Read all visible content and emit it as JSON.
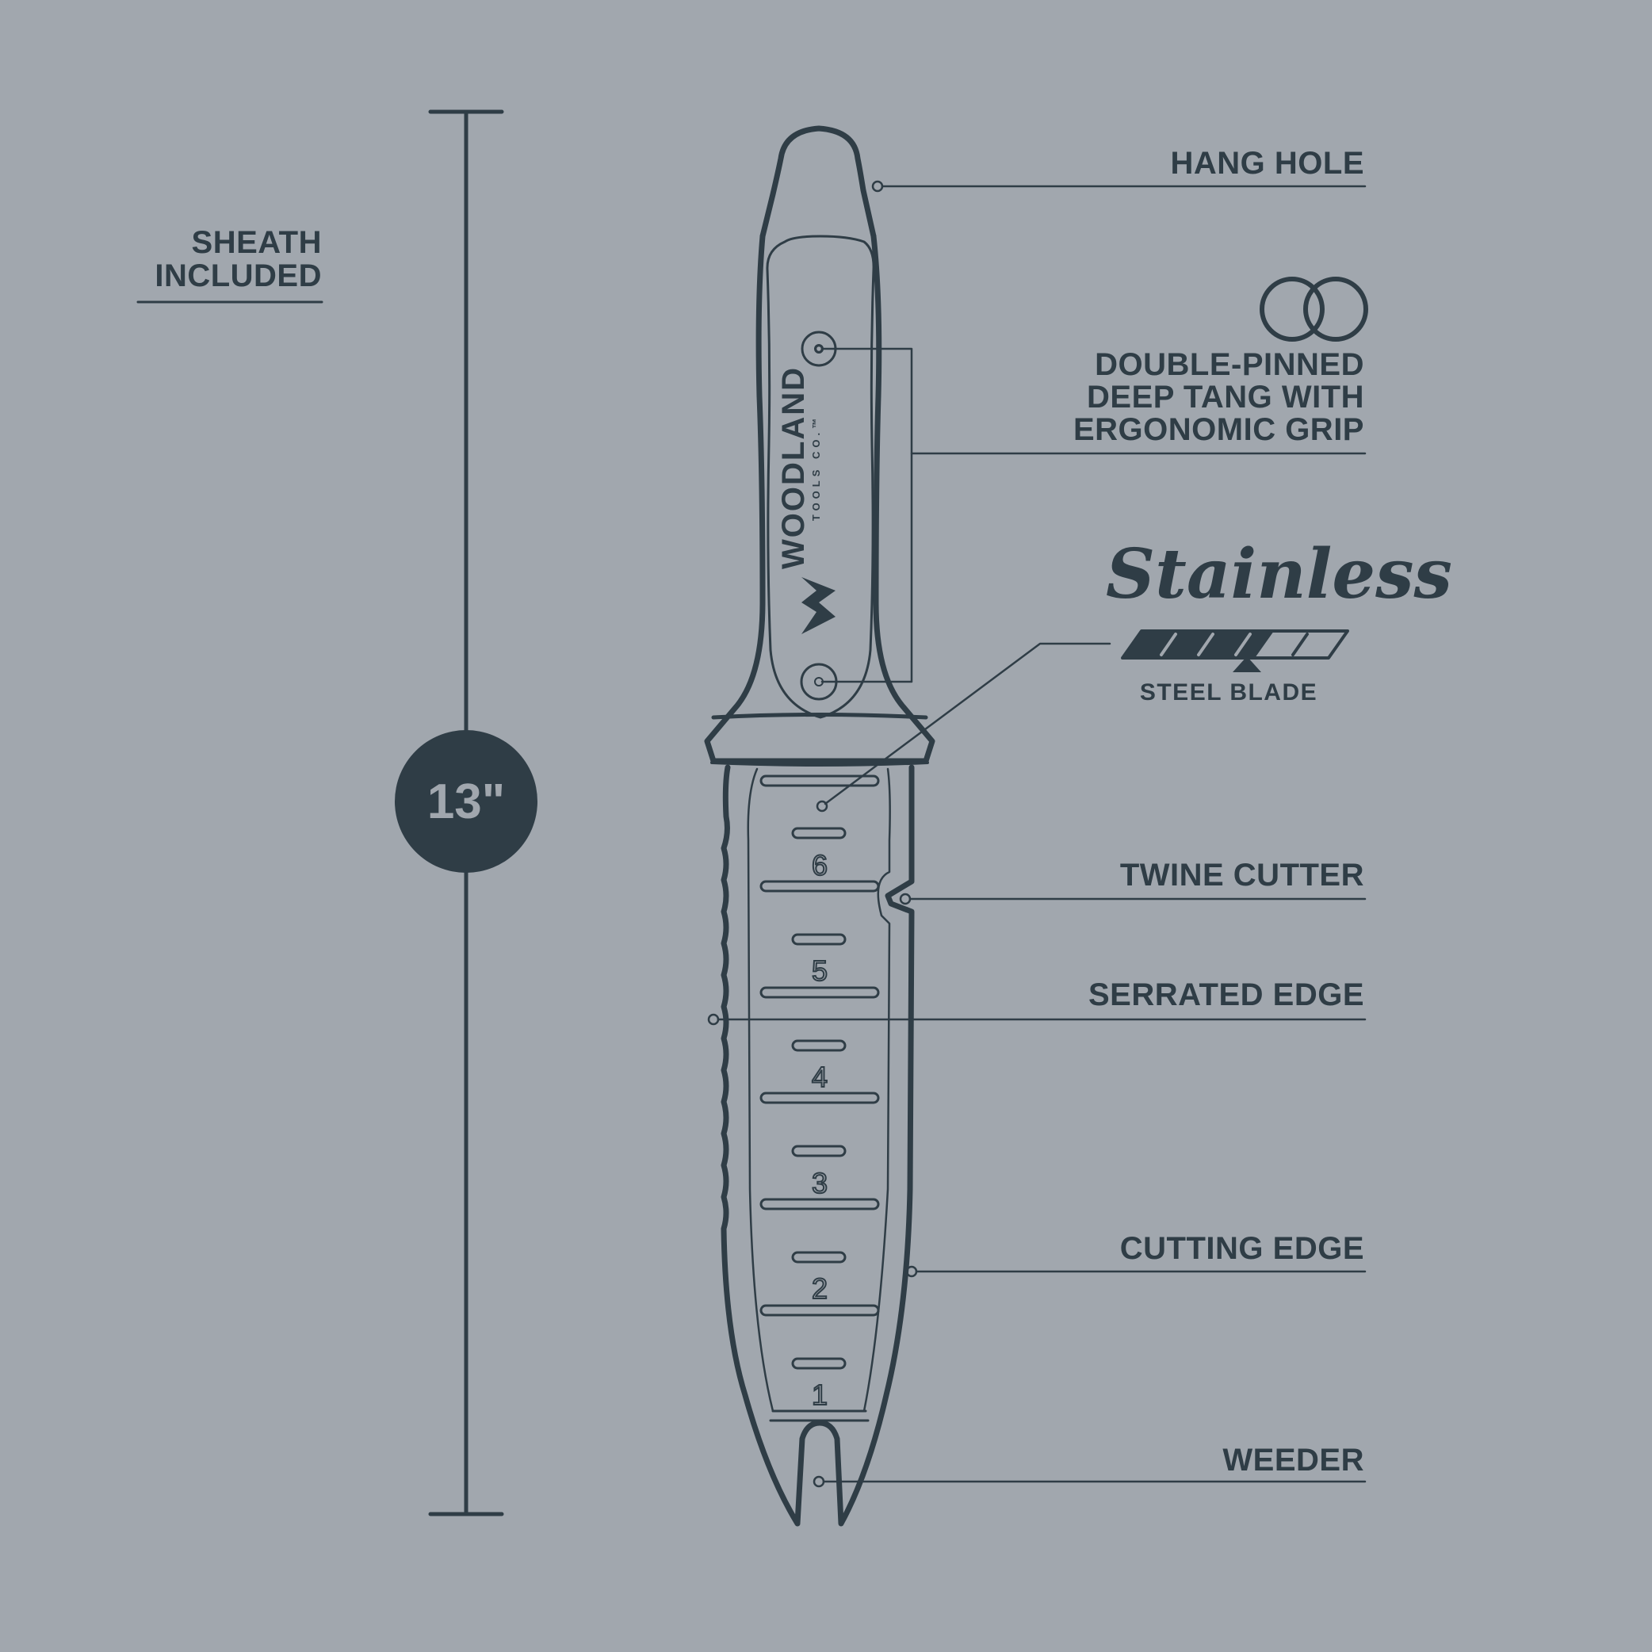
{
  "diagram": {
    "length_badge": "13\"",
    "sheath_label": [
      "SHEATH",
      "INCLUDED"
    ],
    "stainless": {
      "script": "Stainless",
      "sub": "STEEL BLADE"
    },
    "brand": {
      "name": "WOODLAND",
      "sub": "TOOLS CO.™"
    },
    "callouts": {
      "hang_hole": "HANG HOLE",
      "grip": [
        "DOUBLE-PINNED",
        "DEEP TANG WITH",
        "ERGONOMIC GRIP"
      ],
      "twine": "TWINE CUTTER",
      "serrated": "SERRATED EDGE",
      "cutting": "CUTTING EDGE",
      "weeder": "WEEDER"
    },
    "ruler_numbers": [
      "6",
      "5",
      "4",
      "3",
      "2",
      "1"
    ],
    "colors": {
      "background": "#a1a7ae",
      "ink": "#2f3d46"
    }
  }
}
